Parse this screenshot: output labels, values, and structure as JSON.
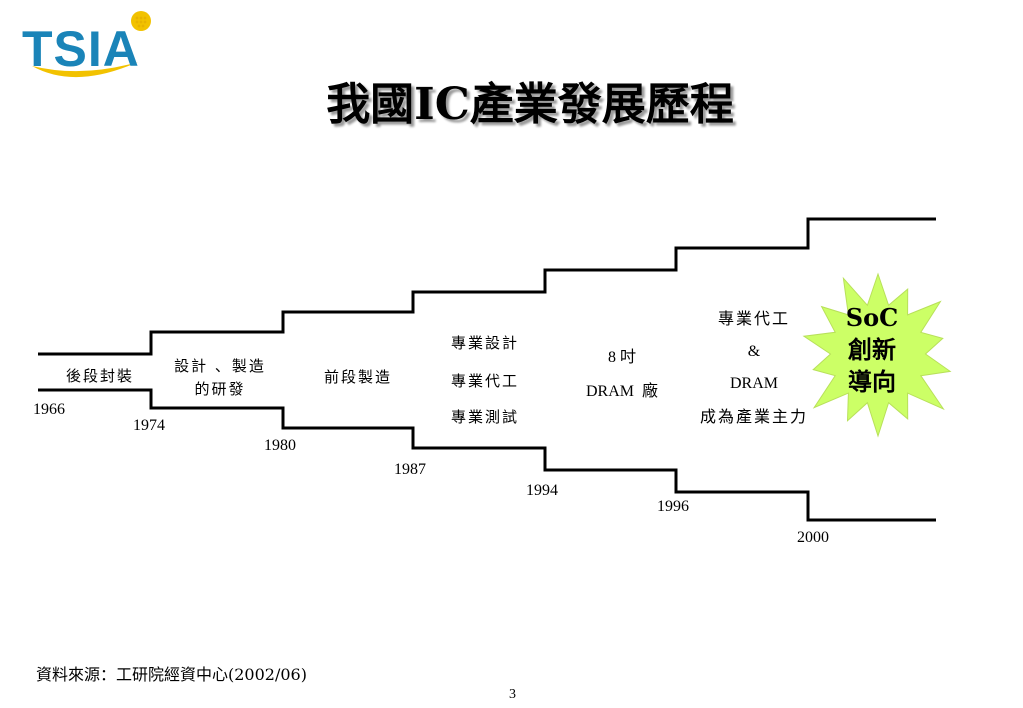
{
  "logo": {
    "text": "TSIA",
    "color": "#1a84b8",
    "dot_color": "#f2c200"
  },
  "title": "我國IC產業發展歷程",
  "stages": [
    {
      "lines": [
        "後段封裝"
      ]
    },
    {
      "lines": [
        "設計 、製造",
        "的研發"
      ]
    },
    {
      "lines": [
        "前段製造"
      ]
    },
    {
      "lines": [
        "專業設計",
        "專業代工",
        "專業測試"
      ]
    },
    {
      "lines": [
        "8 吋",
        "DRAM  廠"
      ]
    },
    {
      "lines": [
        "專業代工",
        "&",
        "DRAM",
        "成為產業主力"
      ]
    }
  ],
  "years": [
    "1966",
    "1974",
    "1980",
    "1987",
    "1994",
    "1996",
    "2000"
  ],
  "highlight": {
    "lines": [
      "SoC",
      "創新",
      "導向"
    ],
    "color": "#ccff66"
  },
  "source": "資料來源：工研院經資中心(2002/06)",
  "page_number": "3"
}
